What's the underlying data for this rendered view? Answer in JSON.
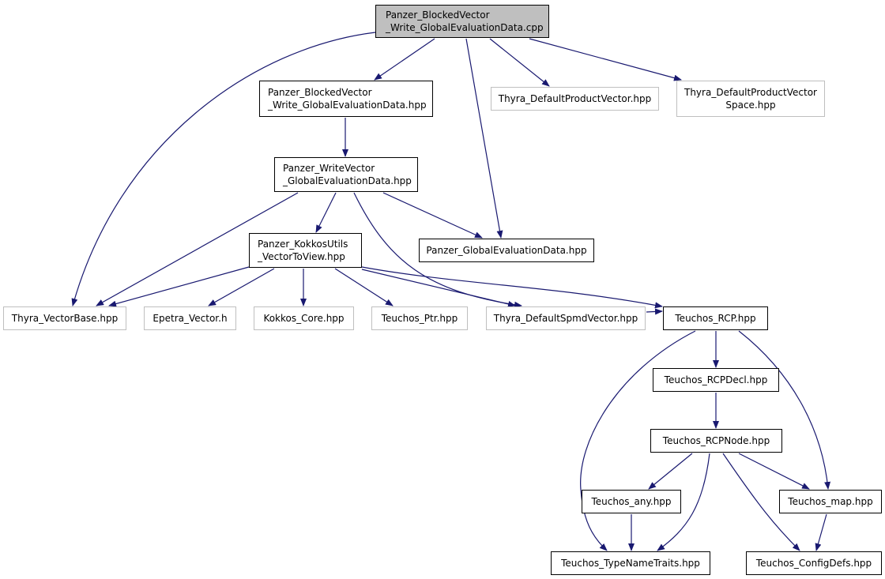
{
  "diagram": {
    "colors": {
      "edge": "#191970",
      "root_fill": "#bfbfbf",
      "node_border": "#000000",
      "external_border": "#bfbfbf"
    },
    "nodes": [
      {
        "id": "root",
        "label": "Panzer_BlockedVector\n_Write_GlobalEvaluationData.cpp"
      },
      {
        "id": "blocked_hpp",
        "label": "Panzer_BlockedVector\n_Write_GlobalEvaluationData.hpp"
      },
      {
        "id": "thyra_dpv",
        "label": "Thyra_DefaultProductVector.hpp"
      },
      {
        "id": "thyra_dpvs",
        "label": "Thyra_DefaultProductVector\nSpace.hpp"
      },
      {
        "id": "write_hpp",
        "label": "Panzer_WriteVector\n_GlobalEvaluationData.hpp"
      },
      {
        "id": "kokkosutils",
        "label": "Panzer_KokkosUtils\n_VectorToView.hpp"
      },
      {
        "id": "panzer_ged",
        "label": "Panzer_GlobalEvaluationData.hpp"
      },
      {
        "id": "thyra_vb",
        "label": "Thyra_VectorBase.hpp"
      },
      {
        "id": "epetra_v",
        "label": "Epetra_Vector.h"
      },
      {
        "id": "kokkos_core",
        "label": "Kokkos_Core.hpp"
      },
      {
        "id": "teuchos_ptr",
        "label": "Teuchos_Ptr.hpp"
      },
      {
        "id": "thyra_dsv",
        "label": "Thyra_DefaultSpmdVector.hpp"
      },
      {
        "id": "teuchos_rcp",
        "label": "Teuchos_RCP.hpp"
      },
      {
        "id": "teuchos_rcpdecl",
        "label": "Teuchos_RCPDecl.hpp"
      },
      {
        "id": "teuchos_rcpnode",
        "label": "Teuchos_RCPNode.hpp"
      },
      {
        "id": "teuchos_any",
        "label": "Teuchos_any.hpp"
      },
      {
        "id": "teuchos_map",
        "label": "Teuchos_map.hpp"
      },
      {
        "id": "teuchos_tnt",
        "label": "Teuchos_TypeNameTraits.hpp"
      },
      {
        "id": "teuchos_cd",
        "label": "Teuchos_ConfigDefs.hpp"
      }
    ],
    "edges": [
      {
        "from": "root",
        "to": "thyra_vb"
      },
      {
        "from": "root",
        "to": "blocked_hpp"
      },
      {
        "from": "root",
        "to": "panzer_ged"
      },
      {
        "from": "root",
        "to": "thyra_dpv"
      },
      {
        "from": "root",
        "to": "thyra_dpvs"
      },
      {
        "from": "blocked_hpp",
        "to": "write_hpp"
      },
      {
        "from": "write_hpp",
        "to": "thyra_vb"
      },
      {
        "from": "write_hpp",
        "to": "kokkosutils"
      },
      {
        "from": "write_hpp",
        "to": "thyra_dsv"
      },
      {
        "from": "write_hpp",
        "to": "panzer_ged"
      },
      {
        "from": "kokkosutils",
        "to": "thyra_vb"
      },
      {
        "from": "kokkosutils",
        "to": "epetra_v"
      },
      {
        "from": "kokkosutils",
        "to": "kokkos_core"
      },
      {
        "from": "kokkosutils",
        "to": "teuchos_ptr"
      },
      {
        "from": "kokkosutils",
        "to": "thyra_dsv"
      },
      {
        "from": "kokkosutils",
        "to": "teuchos_rcp"
      },
      {
        "from": "thyra_dsv",
        "to": "teuchos_rcp"
      },
      {
        "from": "teuchos_rcp",
        "to": "teuchos_rcpdecl"
      },
      {
        "from": "teuchos_rcp",
        "to": "teuchos_tnt"
      },
      {
        "from": "teuchos_rcp",
        "to": "teuchos_map"
      },
      {
        "from": "teuchos_rcpdecl",
        "to": "teuchos_rcpnode"
      },
      {
        "from": "teuchos_rcpnode",
        "to": "teuchos_any"
      },
      {
        "from": "teuchos_rcpnode",
        "to": "teuchos_tnt"
      },
      {
        "from": "teuchos_rcpnode",
        "to": "teuchos_map"
      },
      {
        "from": "teuchos_rcpnode",
        "to": "teuchos_cd"
      },
      {
        "from": "teuchos_any",
        "to": "teuchos_tnt"
      },
      {
        "from": "teuchos_map",
        "to": "teuchos_cd"
      }
    ]
  }
}
